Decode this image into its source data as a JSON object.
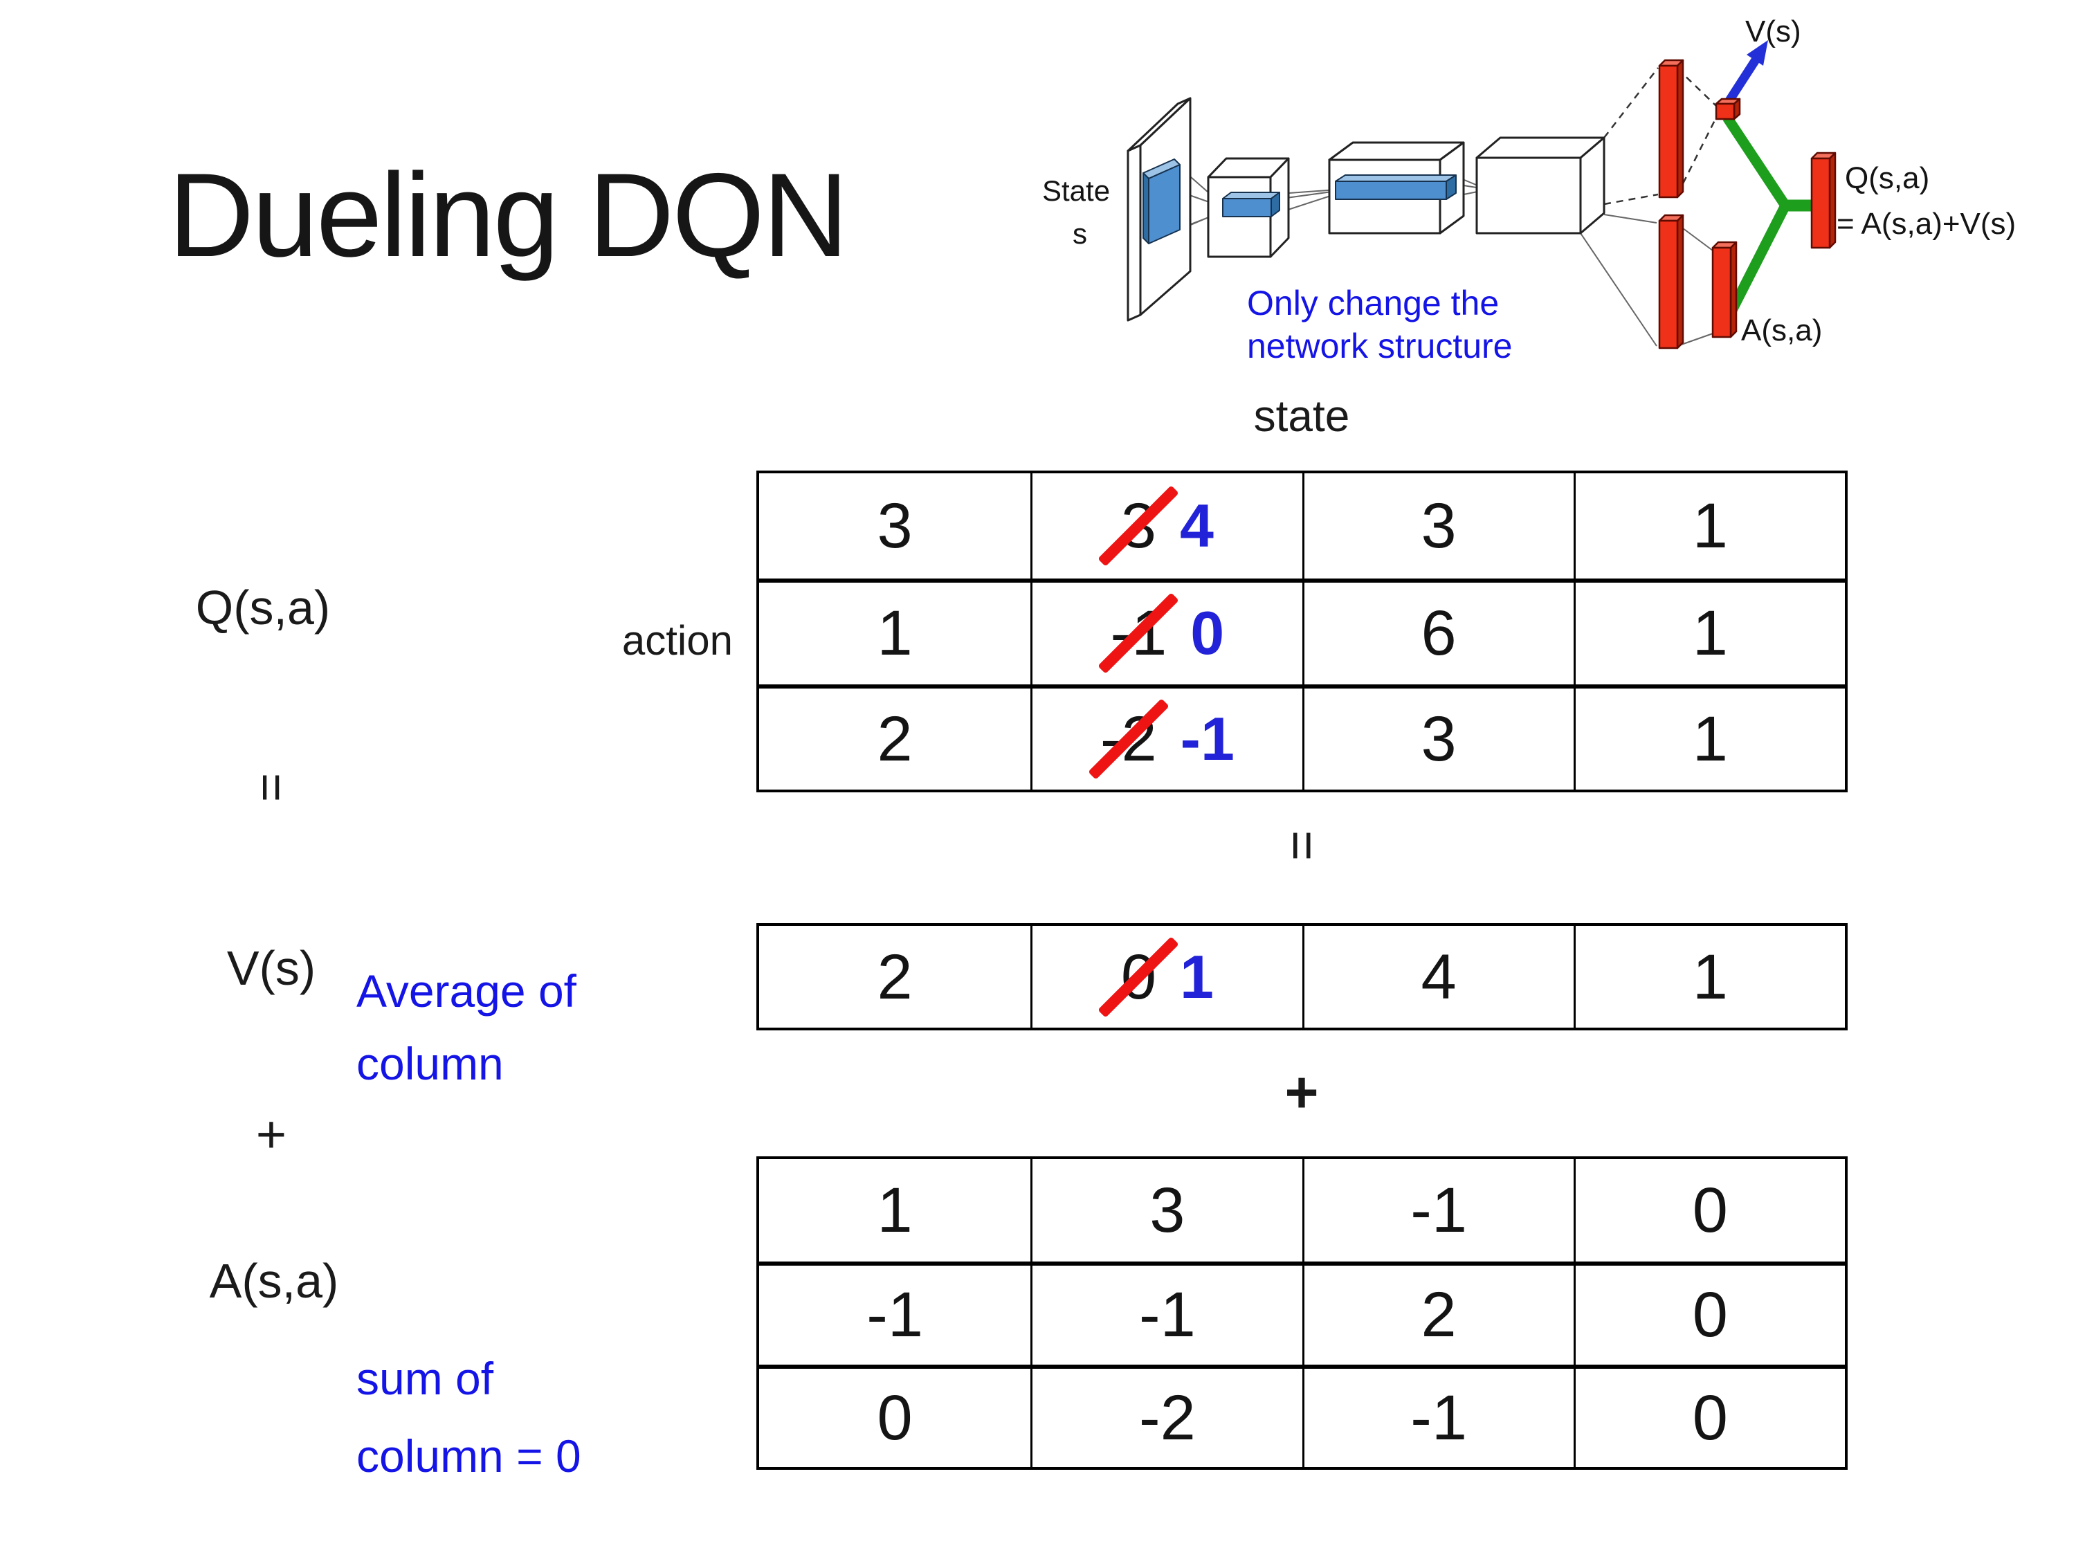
{
  "slide": {
    "title": "Dueling DQN"
  },
  "colors": {
    "annotation_blue": "#1414e6",
    "new_value_blue": "#2222d8",
    "strike_red": "#ee1414",
    "diagram_bar_red": "#ee3118",
    "diagram_green": "#1d9e1d",
    "diagram_arrow_blue": "#2330d8",
    "conv_filter_blue": "#4e8fd0",
    "table_border": "#000000"
  },
  "diagram": {
    "state_line1": "State",
    "state_line2": "s",
    "vs_label": "V(s)",
    "q_line1": "Q(s,a)",
    "q_line2": "= A(s,a)+V(s)",
    "a_label": "A(s,a)",
    "caption_line1": "Only change the",
    "caption_line2": "network structure"
  },
  "equation": {
    "q_term": "Q(s,a)",
    "equals": "=",
    "plus": "+",
    "v_term": "V(s)",
    "a_term": "A(s,a)",
    "action_label": "action",
    "state_label": "state",
    "avg_line1": "Average of",
    "avg_line2": "column",
    "sum_line1": "sum of",
    "sum_line2": "column = 0"
  },
  "q_table": {
    "rows": [
      {
        "c1": "3",
        "old": "3",
        "new": "4",
        "c3": "3",
        "c4": "1"
      },
      {
        "c1": "1",
        "old": "-1",
        "new": "0",
        "c3": "6",
        "c4": "1"
      },
      {
        "c1": "2",
        "old": "-2",
        "new": "-1",
        "c3": "3",
        "c4": "1"
      }
    ]
  },
  "v_table": {
    "c1": "2",
    "old": "0",
    "new": "1",
    "c3": "4",
    "c4": "1"
  },
  "a_table": {
    "rows": [
      [
        "1",
        "3",
        "-1",
        "0"
      ],
      [
        "-1",
        "-1",
        "2",
        "0"
      ],
      [
        "0",
        "-2",
        "-1",
        "0"
      ]
    ]
  }
}
